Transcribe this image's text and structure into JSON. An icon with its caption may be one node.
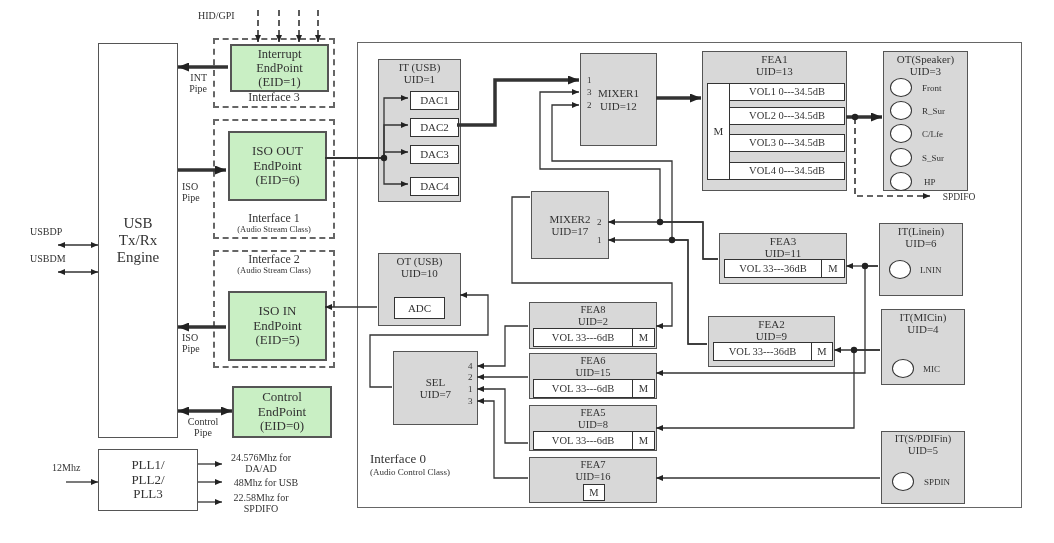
{
  "diagram": {
    "nodes": [
      {
        "text": [
          "USB Tx/Rx Engine"
        ]
      },
      {
        "text": [
          "Interface 3"
        ]
      },
      {
        "text": [
          "Interrupt EndPoint (EID=1)"
        ],
        "in": 1
      },
      {
        "text": [
          "Interface 1",
          "(Audio Stream Class)"
        ]
      },
      {
        "text": [
          "ISO OUT EndPoint (EID=6)"
        ],
        "in": 3
      },
      {
        "text": [
          "Interface 2",
          "(Audio Stream Class)"
        ]
      },
      {
        "text": [
          "ISO IN EndPoint (EID=5)"
        ],
        "in": 5
      },
      {
        "text": [
          "Control EndPoint (EID=0)"
        ]
      },
      {
        "text": [
          "PLL1/ PLL2/ PLL3"
        ]
      },
      {
        "text": [
          "Interface 0",
          "(Audio Control Class)"
        ]
      },
      {
        "text": [
          "IT (USB) UID=1"
        ],
        "in": 9
      },
      {
        "text": [
          "DAC1"
        ],
        "in": 10
      },
      {
        "text": [
          "DAC2"
        ],
        "in": 10
      },
      {
        "text": [
          "DAC3"
        ],
        "in": 10
      },
      {
        "text": [
          "DAC4"
        ],
        "in": 10
      },
      {
        "text": [
          "MIXER1 UID=12",
          "1",
          "3",
          "2"
        ],
        "in": 9
      },
      {
        "text": [
          "FEA1 UID=13"
        ],
        "in": 9
      },
      {
        "text": [
          "M"
        ],
        "in": 16
      },
      {
        "text": [
          "VOL1 0---34.5dB"
        ],
        "in": 16
      },
      {
        "text": [
          "VOL2 0---34.5dB"
        ],
        "in": 16
      },
      {
        "text": [
          "VOL3 0---34.5dB"
        ],
        "in": 16
      },
      {
        "text": [
          "VOL4 0---34.5dB"
        ],
        "in": 16
      },
      {
        "text": [
          "OT(Speaker) UID=3"
        ],
        "in": 9
      },
      {
        "text": [],
        "shape": "circle",
        "in": 22,
        "beside": [
          "Front"
        ]
      },
      {
        "text": [],
        "shape": "circle",
        "in": 22,
        "beside": [
          "R_Sur"
        ]
      },
      {
        "text": [],
        "shape": "circle",
        "in": 22,
        "beside": [
          "C/Lfe"
        ]
      },
      {
        "text": [],
        "shape": "circle",
        "in": 22,
        "beside": [
          "S_Sur"
        ]
      },
      {
        "text": [],
        "shape": "circle",
        "in": 22,
        "beside": [
          "HP"
        ]
      },
      {
        "text": [
          "MIXER2 UID=17",
          "2",
          "1"
        ],
        "in": 9
      },
      {
        "text": [
          "FEA3 UID=11"
        ],
        "in": 9
      },
      {
        "text": [
          "VOL 33---36dB"
        ],
        "in": 29
      },
      {
        "text": [
          "M"
        ],
        "in": 29
      },
      {
        "text": [
          "IT(Linein) UID=6"
        ],
        "in": 9
      },
      {
        "text": [],
        "shape": "circle",
        "in": 32,
        "beside": [
          "LNIN"
        ]
      },
      {
        "text": [
          "OT (USB) UID=10"
        ],
        "in": 9
      },
      {
        "text": [
          "ADC"
        ],
        "in": 34
      },
      {
        "text": [
          "FEA8 UID=2"
        ],
        "in": 9
      },
      {
        "text": [
          "VOL 33---6dB"
        ],
        "in": 36
      },
      {
        "text": [
          "M"
        ],
        "in": 36
      },
      {
        "text": [
          "FEA2 UID=9"
        ],
        "in": 9
      },
      {
        "text": [
          "VOL 33---36dB"
        ],
        "in": 39
      },
      {
        "text": [
          "M"
        ],
        "in": 39
      },
      {
        "text": [
          "IT(MICin) UID=4"
        ],
        "in": 9
      },
      {
        "text": [],
        "shape": "circle",
        "in": 42,
        "beside": [
          "MIC"
        ]
      },
      {
        "text": [
          "SEL UID=7",
          "4",
          "2",
          "1",
          "3"
        ],
        "in": 9
      },
      {
        "text": [
          "FEA6 UID=15"
        ],
        "in": 9
      },
      {
        "text": [
          "VOL 33---6dB"
        ],
        "in": 45
      },
      {
        "text": [
          "M"
        ],
        "in": 45
      },
      {
        "text": [
          "FEA5 UID=8"
        ],
        "in": 9
      },
      {
        "text": [
          "VOL 33---6dB"
        ],
        "in": 48
      },
      {
        "text": [
          "M"
        ],
        "in": 48
      },
      {
        "text": [
          "FEA7 UID=16"
        ],
        "in": 9
      },
      {
        "text": [
          "M"
        ],
        "in": 51
      },
      {
        "text": [
          "IT(S/PDIFin) UID=5"
        ],
        "in": 9
      },
      {
        "text": [],
        "shape": "circle",
        "in": 53,
        "beside": [
          "SPDIN"
        ]
      },
      {
        "text": [
          "SPDIFO"
        ],
        "in": 9
      }
    ],
    "edges": [
      {
        "from": 2,
        "to": 0,
        "arrow": "to",
        "label": "INT Pipe",
        "style": "thick"
      },
      {
        "from": 0,
        "to": 4,
        "arrow": "to",
        "label": "ISO Pipe",
        "style": "thick"
      },
      {
        "from": 6,
        "to": 0,
        "arrow": "to",
        "label": "ISO Pipe",
        "style": "thick"
      },
      {
        "from": 0,
        "to": 7,
        "arrow": "both",
        "label": "Control Pipe",
        "style": "thick"
      },
      {
        "from": 4,
        "to": 11,
        "arrow": "to"
      },
      {
        "from": 4,
        "to": 12,
        "arrow": "to"
      },
      {
        "from": 4,
        "to": 13,
        "arrow": "to"
      },
      {
        "from": 4,
        "to": 14,
        "arrow": "to"
      },
      {
        "from": 12,
        "to": 15,
        "arrow": "to",
        "style": "thick"
      },
      {
        "from": 15,
        "to": 16,
        "arrow": "to",
        "style": "thick"
      },
      {
        "from": 16,
        "to": 22,
        "arrow": "to",
        "style": "thick"
      },
      {
        "from": 16,
        "to": 55,
        "arrow": "to",
        "style": "dashed"
      },
      {
        "from": 28,
        "to": 36,
        "arrow": "to"
      },
      {
        "from": 44,
        "to": 34,
        "arrow": "to"
      },
      {
        "from": 34,
        "to": 6,
        "arrow": "to"
      },
      {
        "from": 36,
        "to": 44,
        "arrow": "to"
      },
      {
        "from": 45,
        "to": 44,
        "arrow": "to"
      },
      {
        "from": 48,
        "to": 44,
        "arrow": "to"
      },
      {
        "from": 51,
        "to": 44,
        "arrow": "to"
      },
      {
        "from": 32,
        "to": 29,
        "arrow": "to"
      },
      {
        "from": 32,
        "to": 45,
        "arrow": "to"
      },
      {
        "from": 29,
        "to": 28,
        "arrow": "to"
      },
      {
        "from": 29,
        "to": 15,
        "arrow": "to"
      },
      {
        "from": 42,
        "to": 39,
        "arrow": "to"
      },
      {
        "from": 42,
        "to": 48,
        "arrow": "to"
      },
      {
        "from": 39,
        "to": 28,
        "arrow": "to"
      },
      {
        "from": 39,
        "to": 15,
        "arrow": "to"
      },
      {
        "from": 53,
        "to": 51,
        "arrow": "to"
      },
      {
        "from": null,
        "to": 0,
        "arrow": "both",
        "label": "USBDP"
      },
      {
        "from": null,
        "to": 0,
        "arrow": "both",
        "label": "USBDM"
      },
      {
        "from": null,
        "to": 8,
        "arrow": "to",
        "label": "12Mhz"
      },
      {
        "from": 8,
        "to": null,
        "arrow": "to",
        "label": "24.576Mhz for DA/AD"
      },
      {
        "from": 8,
        "to": null,
        "arrow": "to",
        "label": "48Mhz for USB"
      },
      {
        "from": 8,
        "to": null,
        "arrow": "to",
        "label": "22.58Mhz for SPDIFO"
      },
      {
        "from": null,
        "to": 2,
        "arrow": "to",
        "style": "dashed"
      },
      {
        "from": null,
        "to": 2,
        "arrow": "to",
        "style": "dashed"
      },
      {
        "from": null,
        "to": 2,
        "arrow": "to",
        "style": "dashed"
      },
      {
        "from": null,
        "to": 2,
        "arrow": "to",
        "style": "dashed"
      }
    ],
    "labels": [
      "HID/GPI"
    ]
  }
}
